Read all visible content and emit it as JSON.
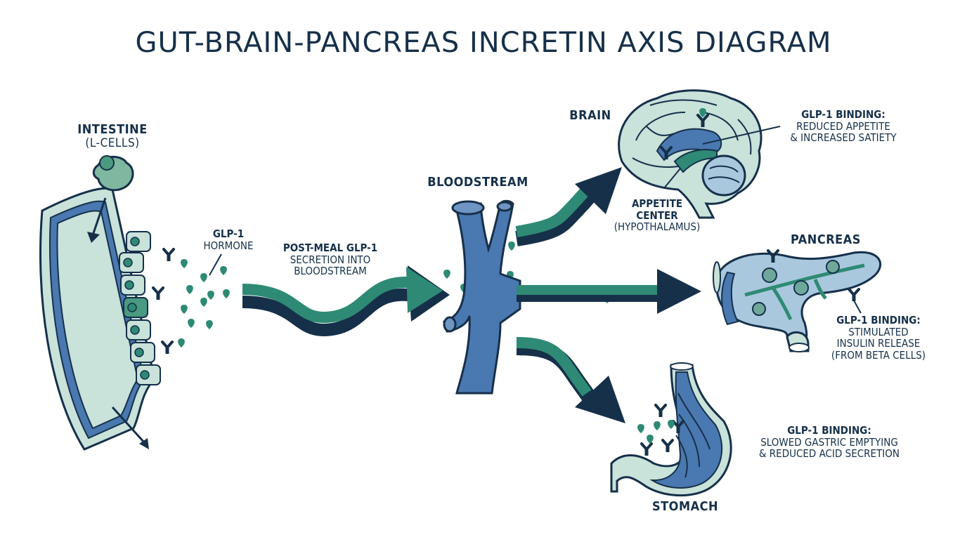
{
  "title": "GUT-BRAIN-PANCREAS INCRETIN AXIS DIAGRAM",
  "intestine": {
    "label": "INTESTINE",
    "sublabel": "(L-CELLS)"
  },
  "hormone": {
    "line1": "GLP-1",
    "line2": "HORMONE"
  },
  "secretion": {
    "line1": "POST-MEAL GLP-1",
    "line2": "SECRETION INTO",
    "line3": "BLOODSTREAM"
  },
  "bloodstream": {
    "label": "BLOODSTREAM"
  },
  "brain": {
    "label": "BRAIN",
    "binding_title": "GLP-1 BINDING:",
    "binding_line1": "REDUCED APPETITE",
    "binding_line2": "& INCREASED SATIETY",
    "center_line1": "APPETITE",
    "center_line2": "CENTER",
    "center_line3": "(HYPOTHALAMUS)"
  },
  "pancreas": {
    "label": "PANCREAS",
    "binding_title": "GLP-1 BINDING:",
    "binding_line1": "STIMULATED",
    "binding_line2": "INSULIN RELEASE",
    "binding_line3": "(FROM BETA CELLS)"
  },
  "stomach": {
    "label": "STOMACH",
    "binding_title": "GLP-1 BINDING:",
    "binding_line1": "SLOWED GASTRIC EMPTYING",
    "binding_line2": "& REDUCED ACID SECRETION"
  },
  "colors": {
    "navy": "#16304a",
    "teal": "#2e8a74",
    "blue": "#4a78b0",
    "pale": "#c9e2da",
    "paleblue": "#a9c8de"
  }
}
